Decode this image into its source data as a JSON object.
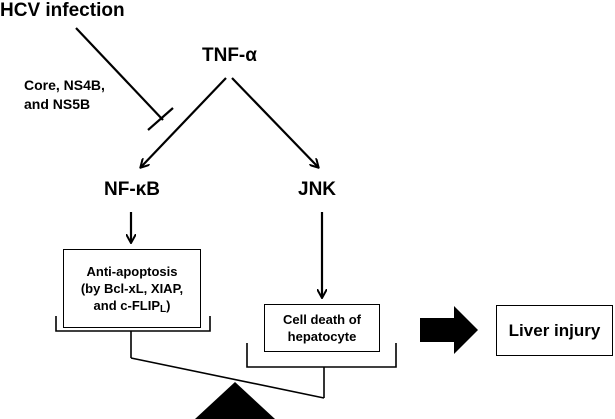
{
  "nodes": {
    "hcv": "HCV infection",
    "tnf": "TNF-α",
    "viral_proteins": [
      "Core, NS4B,",
      "and NS5B"
    ],
    "nfkb": "NF-κB",
    "jnk": "JNK",
    "anti_apoptosis": [
      "Anti-apoptosis",
      "(by Bcl-xL, XIAP,",
      "and c-FLIP"
    ],
    "anti_apoptosis_subscript": "L",
    "anti_apoptosis_close": ")",
    "cell_death": [
      "Cell death of",
      "hepatocyte"
    ],
    "liver_injury": "Liver injury"
  }
}
